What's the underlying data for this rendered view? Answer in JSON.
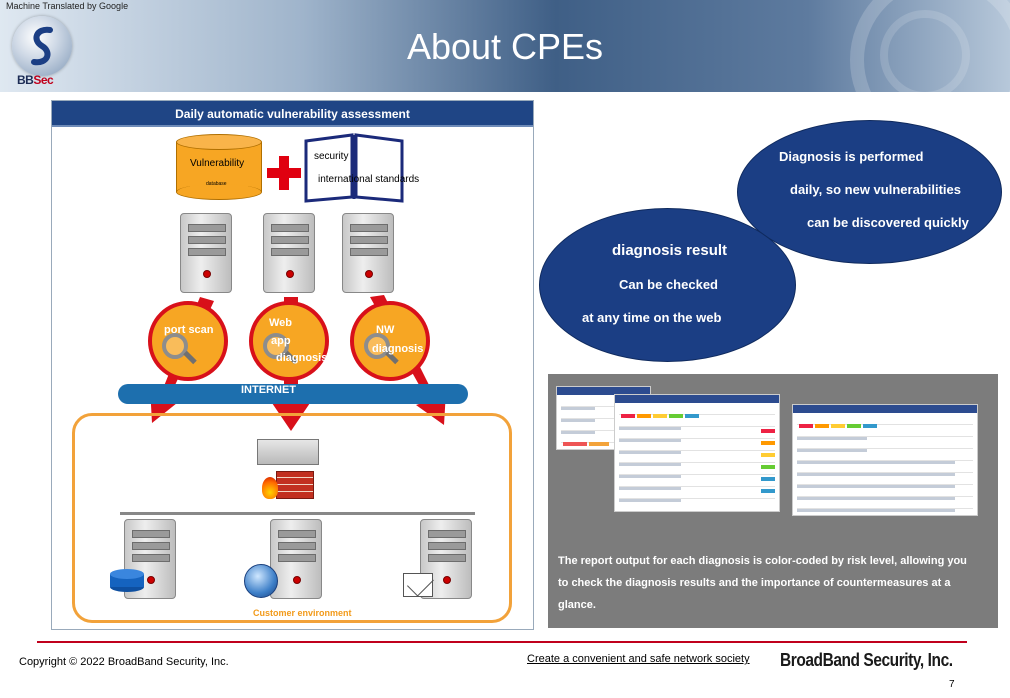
{
  "header": {
    "machine_translated_note": "Machine Translated by Google",
    "logo_text_primary": "BB",
    "logo_text_secondary": "Sec",
    "title": "About CPEs"
  },
  "left_panel": {
    "heading": "Daily automatic vulnerability assessment",
    "database_label": "Vulnerability",
    "database_sublabel": "database",
    "book_label_1": "security",
    "book_label_2": "international standards",
    "diagnoses": [
      {
        "lines": [
          "port scan"
        ]
      },
      {
        "lines": [
          "Web",
          "app",
          "diagnosis"
        ]
      },
      {
        "lines": [
          "NW",
          "diagnosis"
        ]
      }
    ],
    "internet_label": "INTERNET",
    "customer_label": "Customer environment"
  },
  "bubbles": {
    "daily": [
      "Diagnosis is performed",
      "daily, so new vulnerabilities",
      "can be discovered quickly"
    ],
    "result": [
      "diagnosis result",
      "Can be checked",
      "at any time on the web"
    ]
  },
  "report": {
    "lines": [
      "The report output for each diagnosis is color-coded by risk level, allowing you",
      "to check the diagnosis results and the importance of countermeasures at a",
      "glance."
    ]
  },
  "footer": {
    "copyright": "Copyright © 2022 BroadBand Security, Inc.",
    "tagline": "Create a convenient and safe network society",
    "brand": "BroadBand Security, Inc.",
    "page_number": "7"
  },
  "colors": {
    "navy": "#1b3e84",
    "heading_blue": "#1f4585",
    "orange": "#f7a623",
    "red": "#d8101a",
    "internet_blue": "#1d6fae",
    "report_gray": "#7c7c7c"
  }
}
